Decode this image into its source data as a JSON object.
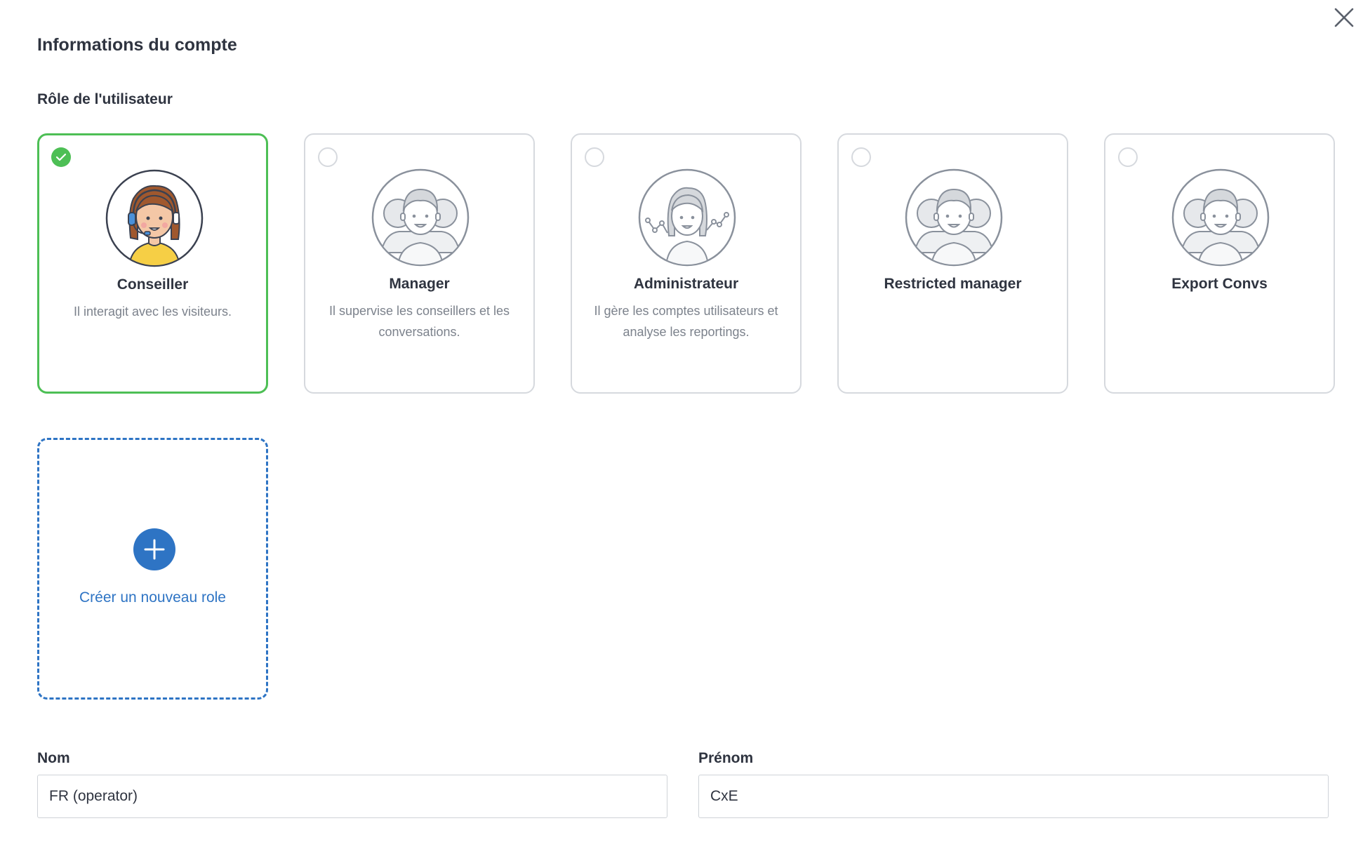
{
  "header": {
    "title": "Informations du compte",
    "close_icon": "close-icon"
  },
  "roles": {
    "label": "Rôle de l'utilisateur",
    "selected_color": "#4dbf55",
    "items": [
      {
        "name": "Conseiller",
        "description": "Il interagit avec les visiteurs.",
        "selected": true,
        "icon": "support-agent-avatar"
      },
      {
        "name": "Manager",
        "description": "Il supervise les conseillers et les conversations.",
        "selected": false,
        "icon": "team-avatar"
      },
      {
        "name": "Administrateur",
        "description": "Il gère les comptes utilisateurs et analyse les reportings.",
        "selected": false,
        "icon": "analyst-avatar"
      },
      {
        "name": "Restricted manager",
        "description": "",
        "selected": false,
        "icon": "team-avatar"
      },
      {
        "name": "Export Convs",
        "description": "",
        "selected": false,
        "icon": "team-avatar"
      }
    ],
    "create": {
      "label": "Créer un nouveau role",
      "icon": "plus-icon",
      "color": "#2e74c4"
    }
  },
  "form": {
    "last_name": {
      "label": "Nom",
      "value": "FR (operator)"
    },
    "first_name": {
      "label": "Prénom",
      "value": "CxE"
    }
  }
}
